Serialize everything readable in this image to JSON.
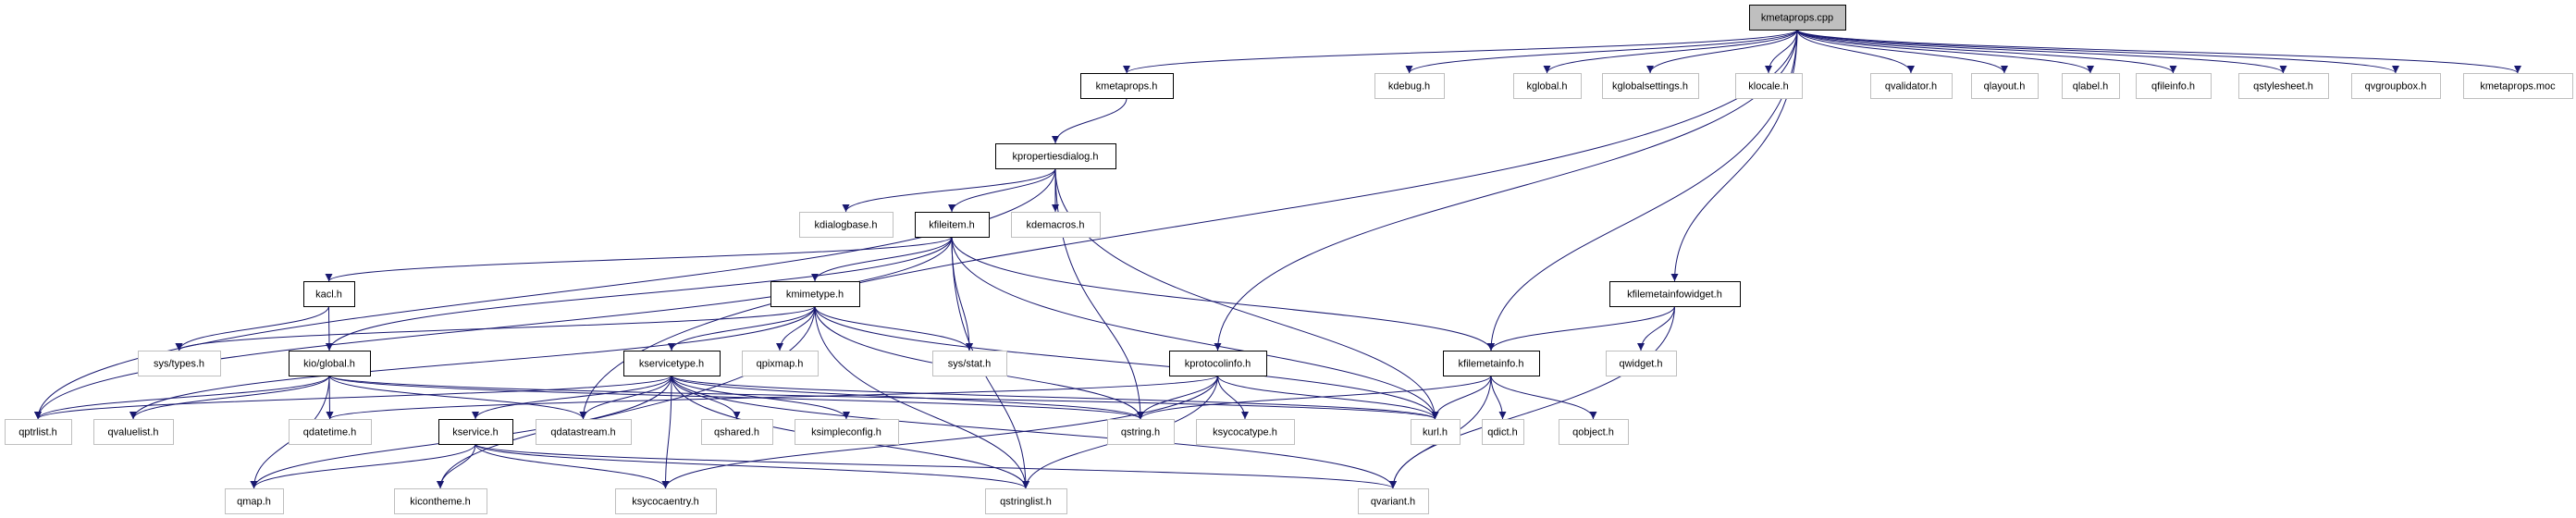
{
  "graph": {
    "colors": {
      "edge": "#191970",
      "root_fill": "#bfbfbf",
      "documented_border": "#000000",
      "external_border": "#bfbfbf"
    },
    "nodes": [
      {
        "id": "kmetaprops.cpp",
        "label": "kmetaprops.cpp",
        "kind": "root"
      },
      {
        "id": "kmetaprops.h",
        "label": "kmetaprops.h",
        "kind": "documented"
      },
      {
        "id": "kdebug.h",
        "label": "kdebug.h",
        "kind": "external"
      },
      {
        "id": "kglobal.h",
        "label": "kglobal.h",
        "kind": "external"
      },
      {
        "id": "kglobalsettings.h",
        "label": "kglobalsettings.h",
        "kind": "external"
      },
      {
        "id": "klocale.h",
        "label": "klocale.h",
        "kind": "external"
      },
      {
        "id": "qvalidator.h",
        "label": "qvalidator.h",
        "kind": "external"
      },
      {
        "id": "qlayout.h",
        "label": "qlayout.h",
        "kind": "external"
      },
      {
        "id": "qlabel.h",
        "label": "qlabel.h",
        "kind": "external"
      },
      {
        "id": "qfileinfo.h",
        "label": "qfileinfo.h",
        "kind": "external"
      },
      {
        "id": "qstylesheet.h",
        "label": "qstylesheet.h",
        "kind": "external"
      },
      {
        "id": "qvgroupbox.h",
        "label": "qvgroupbox.h",
        "kind": "external"
      },
      {
        "id": "kmetaprops.moc",
        "label": "kmetaprops.moc",
        "kind": "external"
      },
      {
        "id": "kpropertiesdialog.h",
        "label": "kpropertiesdialog.h",
        "kind": "documented"
      },
      {
        "id": "kdialogbase.h",
        "label": "kdialogbase.h",
        "kind": "external"
      },
      {
        "id": "kfileitem.h",
        "label": "kfileitem.h",
        "kind": "documented"
      },
      {
        "id": "kdemacros.h",
        "label": "kdemacros.h",
        "kind": "external"
      },
      {
        "id": "kacl.h",
        "label": "kacl.h",
        "kind": "documented"
      },
      {
        "id": "kmimetype.h",
        "label": "kmimetype.h",
        "kind": "documented"
      },
      {
        "id": "kfilemetainfowidget.h",
        "label": "kfilemetainfowidget.h",
        "kind": "documented"
      },
      {
        "id": "sys/types.h",
        "label": "sys/types.h",
        "kind": "external"
      },
      {
        "id": "kio/global.h",
        "label": "kio/global.h",
        "kind": "documented"
      },
      {
        "id": "kservicetype.h",
        "label": "kservicetype.h",
        "kind": "documented"
      },
      {
        "id": "qpixmap.h",
        "label": "qpixmap.h",
        "kind": "external"
      },
      {
        "id": "sys/stat.h",
        "label": "sys/stat.h",
        "kind": "external"
      },
      {
        "id": "kprotocolinfo.h",
        "label": "kprotocolinfo.h",
        "kind": "documented"
      },
      {
        "id": "kfilemetainfo.h",
        "label": "kfilemetainfo.h",
        "kind": "documented"
      },
      {
        "id": "qwidget.h",
        "label": "qwidget.h",
        "kind": "external"
      },
      {
        "id": "qptrlist.h",
        "label": "qptrlist.h",
        "kind": "external"
      },
      {
        "id": "qvaluelist.h",
        "label": "qvaluelist.h",
        "kind": "external"
      },
      {
        "id": "qdatetime.h",
        "label": "qdatetime.h",
        "kind": "external"
      },
      {
        "id": "kservice.h",
        "label": "kservice.h",
        "kind": "documented"
      },
      {
        "id": "qdatastream.h",
        "label": "qdatastream.h",
        "kind": "external"
      },
      {
        "id": "qshared.h",
        "label": "qshared.h",
        "kind": "external"
      },
      {
        "id": "ksimpleconfig.h",
        "label": "ksimpleconfig.h",
        "kind": "external"
      },
      {
        "id": "qstring.h",
        "label": "qstring.h",
        "kind": "external"
      },
      {
        "id": "ksycocatype.h",
        "label": "ksycocatype.h",
        "kind": "external"
      },
      {
        "id": "kurl.h",
        "label": "kurl.h",
        "kind": "external"
      },
      {
        "id": "qdict.h",
        "label": "qdict.h",
        "kind": "external"
      },
      {
        "id": "qobject.h",
        "label": "qobject.h",
        "kind": "external"
      },
      {
        "id": "qmap.h",
        "label": "qmap.h",
        "kind": "external"
      },
      {
        "id": "kicontheme.h",
        "label": "kicontheme.h",
        "kind": "external"
      },
      {
        "id": "ksycocaentry.h",
        "label": "ksycocaentry.h",
        "kind": "external"
      },
      {
        "id": "qstringlist.h",
        "label": "qstringlist.h",
        "kind": "external"
      },
      {
        "id": "qvariant.h",
        "label": "qvariant.h",
        "kind": "external"
      }
    ],
    "edges": [
      [
        "kmetaprops.cpp",
        "kmetaprops.h"
      ],
      [
        "kmetaprops.cpp",
        "qdatastream.h"
      ],
      [
        "kmetaprops.cpp",
        "kprotocolinfo.h"
      ],
      [
        "kmetaprops.cpp",
        "kdebug.h"
      ],
      [
        "kmetaprops.cpp",
        "kfilemetainfo.h"
      ],
      [
        "kmetaprops.cpp",
        "kglobal.h"
      ],
      [
        "kmetaprops.cpp",
        "kglobalsettings.h"
      ],
      [
        "kmetaprops.cpp",
        "klocale.h"
      ],
      [
        "kmetaprops.cpp",
        "kfilemetainfowidget.h"
      ],
      [
        "kmetaprops.cpp",
        "qvalidator.h"
      ],
      [
        "kmetaprops.cpp",
        "qlayout.h"
      ],
      [
        "kmetaprops.cpp",
        "qlabel.h"
      ],
      [
        "kmetaprops.cpp",
        "qfileinfo.h"
      ],
      [
        "kmetaprops.cpp",
        "qstylesheet.h"
      ],
      [
        "kmetaprops.cpp",
        "qvgroupbox.h"
      ],
      [
        "kmetaprops.cpp",
        "kmetaprops.moc"
      ],
      [
        "kmetaprops.h",
        "kpropertiesdialog.h"
      ],
      [
        "kpropertiesdialog.h",
        "qptrlist.h"
      ],
      [
        "kpropertiesdialog.h",
        "kdialogbase.h"
      ],
      [
        "kpropertiesdialog.h",
        "kfileitem.h"
      ],
      [
        "kpropertiesdialog.h",
        "kdemacros.h"
      ],
      [
        "kpropertiesdialog.h",
        "qstring.h"
      ],
      [
        "kpropertiesdialog.h",
        "kurl.h"
      ],
      [
        "kfileitem.h",
        "qptrlist.h"
      ],
      [
        "kfileitem.h",
        "kacl.h"
      ],
      [
        "kfileitem.h",
        "kio/global.h"
      ],
      [
        "kfileitem.h",
        "kmimetype.h"
      ],
      [
        "kfileitem.h",
        "sys/stat.h"
      ],
      [
        "kfileitem.h",
        "qstringlist.h"
      ],
      [
        "kfileitem.h",
        "kurl.h"
      ],
      [
        "kfileitem.h",
        "kfilemetainfo.h"
      ],
      [
        "kacl.h",
        "sys/types.h"
      ],
      [
        "kacl.h",
        "kio/global.h"
      ],
      [
        "kmimetype.h",
        "sys/types.h"
      ],
      [
        "kmimetype.h",
        "qvaluelist.h"
      ],
      [
        "kmimetype.h",
        "kicontheme.h"
      ],
      [
        "kmimetype.h",
        "kservicetype.h"
      ],
      [
        "kmimetype.h",
        "qpixmap.h"
      ],
      [
        "kmimetype.h",
        "sys/stat.h"
      ],
      [
        "kmimetype.h",
        "qstringlist.h"
      ],
      [
        "kmimetype.h",
        "qstring.h"
      ],
      [
        "kmimetype.h",
        "kurl.h"
      ],
      [
        "kio/global.h",
        "qptrlist.h"
      ],
      [
        "kio/global.h",
        "qvaluelist.h"
      ],
      [
        "kio/global.h",
        "qmap.h"
      ],
      [
        "kio/global.h",
        "qdatetime.h"
      ],
      [
        "kio/global.h",
        "qdatastream.h"
      ],
      [
        "kio/global.h",
        "qstring.h"
      ],
      [
        "kio/global.h",
        "kurl.h"
      ],
      [
        "kservicetype.h",
        "qptrlist.h"
      ],
      [
        "kservicetype.h",
        "qmap.h"
      ],
      [
        "kservicetype.h",
        "kservice.h"
      ],
      [
        "kservicetype.h",
        "qdatastream.h"
      ],
      [
        "kservicetype.h",
        "qshared.h"
      ],
      [
        "kservicetype.h",
        "ksimpleconfig.h"
      ],
      [
        "kservicetype.h",
        "ksycocaentry.h"
      ],
      [
        "kservicetype.h",
        "qstring.h"
      ],
      [
        "kservicetype.h",
        "qstringlist.h"
      ],
      [
        "kservicetype.h",
        "qvariant.h"
      ],
      [
        "kservicetype.h",
        "kurl.h"
      ],
      [
        "kprotocolinfo.h",
        "qdatetime.h"
      ],
      [
        "kprotocolinfo.h",
        "qstring.h"
      ],
      [
        "kprotocolinfo.h",
        "ksycocatype.h"
      ],
      [
        "kprotocolinfo.h",
        "kurl.h"
      ],
      [
        "kprotocolinfo.h",
        "ksycocaentry.h"
      ],
      [
        "kprotocolinfo.h",
        "qstringlist.h"
      ],
      [
        "kfilemetainfo.h",
        "qstring.h"
      ],
      [
        "kfilemetainfo.h",
        "kurl.h"
      ],
      [
        "kfilemetainfo.h",
        "qdict.h"
      ],
      [
        "kfilemetainfo.h",
        "qobject.h"
      ],
      [
        "kfilemetainfo.h",
        "qvariant.h"
      ],
      [
        "kfilemetainfowidget.h",
        "kfilemetainfo.h"
      ],
      [
        "kfilemetainfowidget.h",
        "qwidget.h"
      ],
      [
        "kfilemetainfowidget.h",
        "qvariant.h"
      ],
      [
        "kservice.h",
        "qmap.h"
      ],
      [
        "kservice.h",
        "kicontheme.h"
      ],
      [
        "kservice.h",
        "ksycocaentry.h"
      ],
      [
        "kservice.h",
        "qstringlist.h"
      ],
      [
        "kservice.h",
        "qvariant.h"
      ]
    ]
  }
}
